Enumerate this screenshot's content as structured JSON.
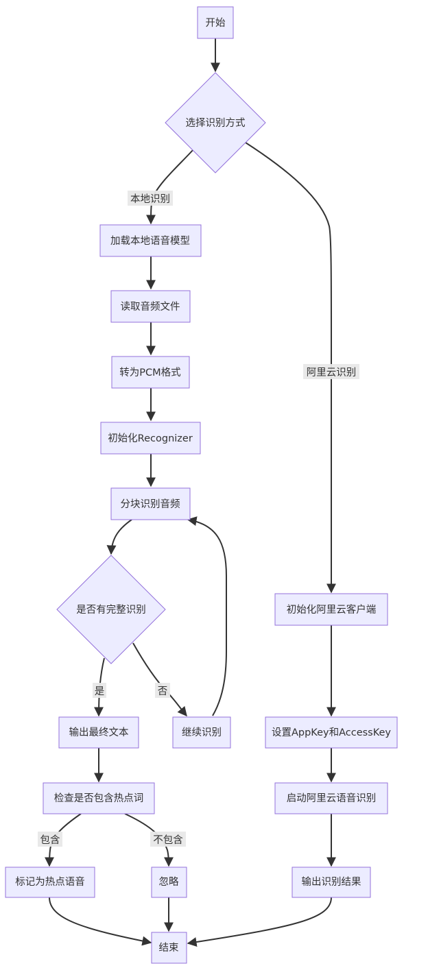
{
  "nodes": {
    "start": "开始",
    "choose_method": "选择识别方式",
    "load_local_model": "加载本地语音模型",
    "read_audio": "读取音频文件",
    "to_pcm": "转为PCM格式",
    "init_recognizer": "初始化Recognizer",
    "chunk_recognize": "分块识别音频",
    "has_complete": "是否有完整识别",
    "output_final_text": "输出最终文本",
    "continue_recognize": "继续识别",
    "check_hotwords": "检查是否包含热点词",
    "mark_hotspot": "标记为热点语音",
    "ignore": "忽略",
    "end": "结束",
    "init_aliyun_client": "初始化阿里云客户端",
    "set_keys": "设置AppKey和AccessKey",
    "start_aliyun_asr": "启动阿里云语音识别",
    "output_result": "输出识别结果"
  },
  "edge_labels": {
    "local": "本地识别",
    "aliyun": "阿里云识别",
    "yes": "是",
    "no": "否",
    "contains": "包含",
    "not_contains": "不包含"
  }
}
